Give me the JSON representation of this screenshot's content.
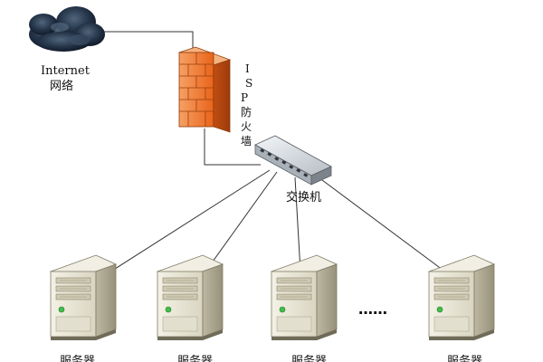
{
  "internet": {
    "line1": "Internet",
    "line2": "网络"
  },
  "firewall": {
    "label_chars": [
      "I",
      "S",
      "P",
      "防",
      "火",
      "墙"
    ]
  },
  "switch": {
    "label": "交换机"
  },
  "servers": {
    "label": "服务器"
  },
  "ellipsis": "……",
  "colors": {
    "cloud": "#1c2a3c",
    "firewall": "#f07a2a",
    "switch": "#cdd3d9",
    "server": "#e7e4d4",
    "line": "#333333"
  }
}
